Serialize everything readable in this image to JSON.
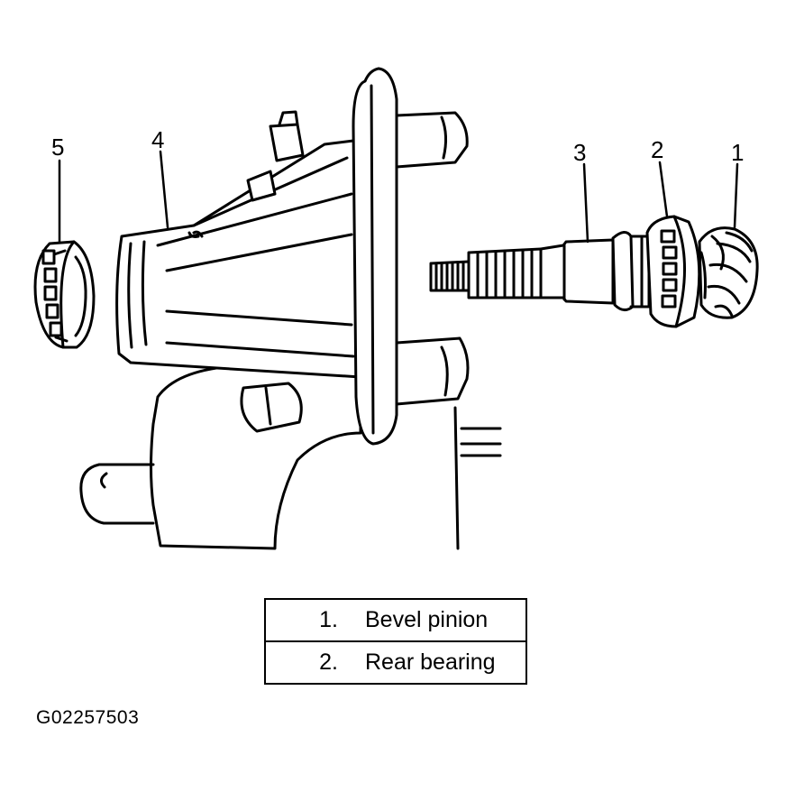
{
  "callouts": [
    "1",
    "2",
    "3",
    "4",
    "5"
  ],
  "legend": [
    {
      "number": "1.",
      "name": "Bevel pinion"
    },
    {
      "number": "2.",
      "name": "Rear bearing"
    }
  ],
  "figure_id": "G02257503"
}
